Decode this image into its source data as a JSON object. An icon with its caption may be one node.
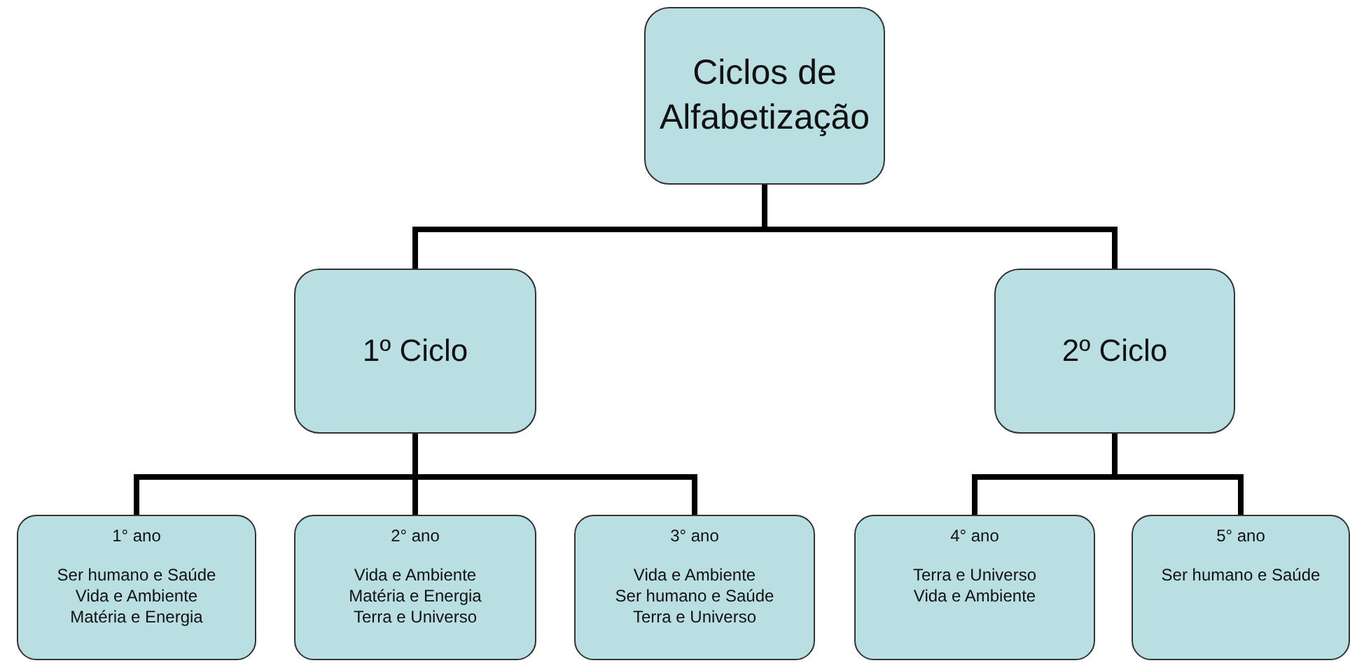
{
  "diagram": {
    "nodes": [
      {
        "text": [
          "Ciclos de Alfabetização"
        ]
      },
      {
        "text": [
          "1º Ciclo"
        ]
      },
      {
        "text": [
          "2º Ciclo"
        ]
      },
      {
        "text": [
          "1° ano",
          "Ser humano e Saúde",
          "Vida e Ambiente",
          "Matéria e Energia"
        ]
      },
      {
        "text": [
          "2° ano",
          "Vida e Ambiente",
          "Matéria e Energia",
          "Terra e Universo"
        ]
      },
      {
        "text": [
          "3° ano",
          "Vida e Ambiente",
          "Ser humano e Saúde",
          "Terra e Universo"
        ]
      },
      {
        "text": [
          "4° ano",
          "Terra e Universo",
          "Vida e Ambiente"
        ]
      },
      {
        "text": [
          "5° ano",
          "Ser humano e Saúde"
        ]
      }
    ],
    "edges": [
      {
        "from": 0,
        "to": 1,
        "arrow": "none"
      },
      {
        "from": 0,
        "to": 2,
        "arrow": "none"
      },
      {
        "from": 1,
        "to": 3,
        "arrow": "none"
      },
      {
        "from": 1,
        "to": 4,
        "arrow": "none"
      },
      {
        "from": 1,
        "to": 5,
        "arrow": "none"
      },
      {
        "from": 2,
        "to": 6,
        "arrow": "none"
      },
      {
        "from": 2,
        "to": 7,
        "arrow": "none"
      }
    ]
  }
}
